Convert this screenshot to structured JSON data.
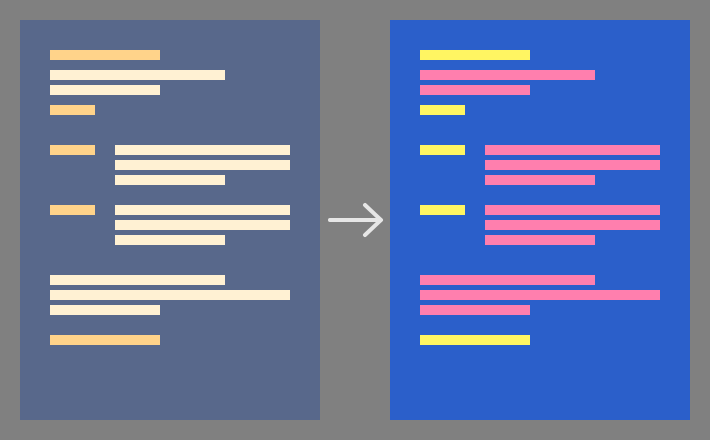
{
  "colors": {
    "background": "#808080",
    "left_panel": "#58688b",
    "right_panel": "#2b5fca",
    "left_accent": "#ffd38a",
    "left_text": "#fff1d3",
    "right_accent": "#fff562",
    "right_text": "#ff7fae",
    "arrow": "#e6e6e6"
  },
  "icons": {
    "arrow": "arrow-right-icon"
  },
  "document_lines": [
    "accent",
    "text",
    "text",
    "accent",
    "accent",
    "text",
    "text",
    "text",
    "accent",
    "text",
    "text",
    "text",
    "text",
    "text",
    "text",
    "accent"
  ]
}
